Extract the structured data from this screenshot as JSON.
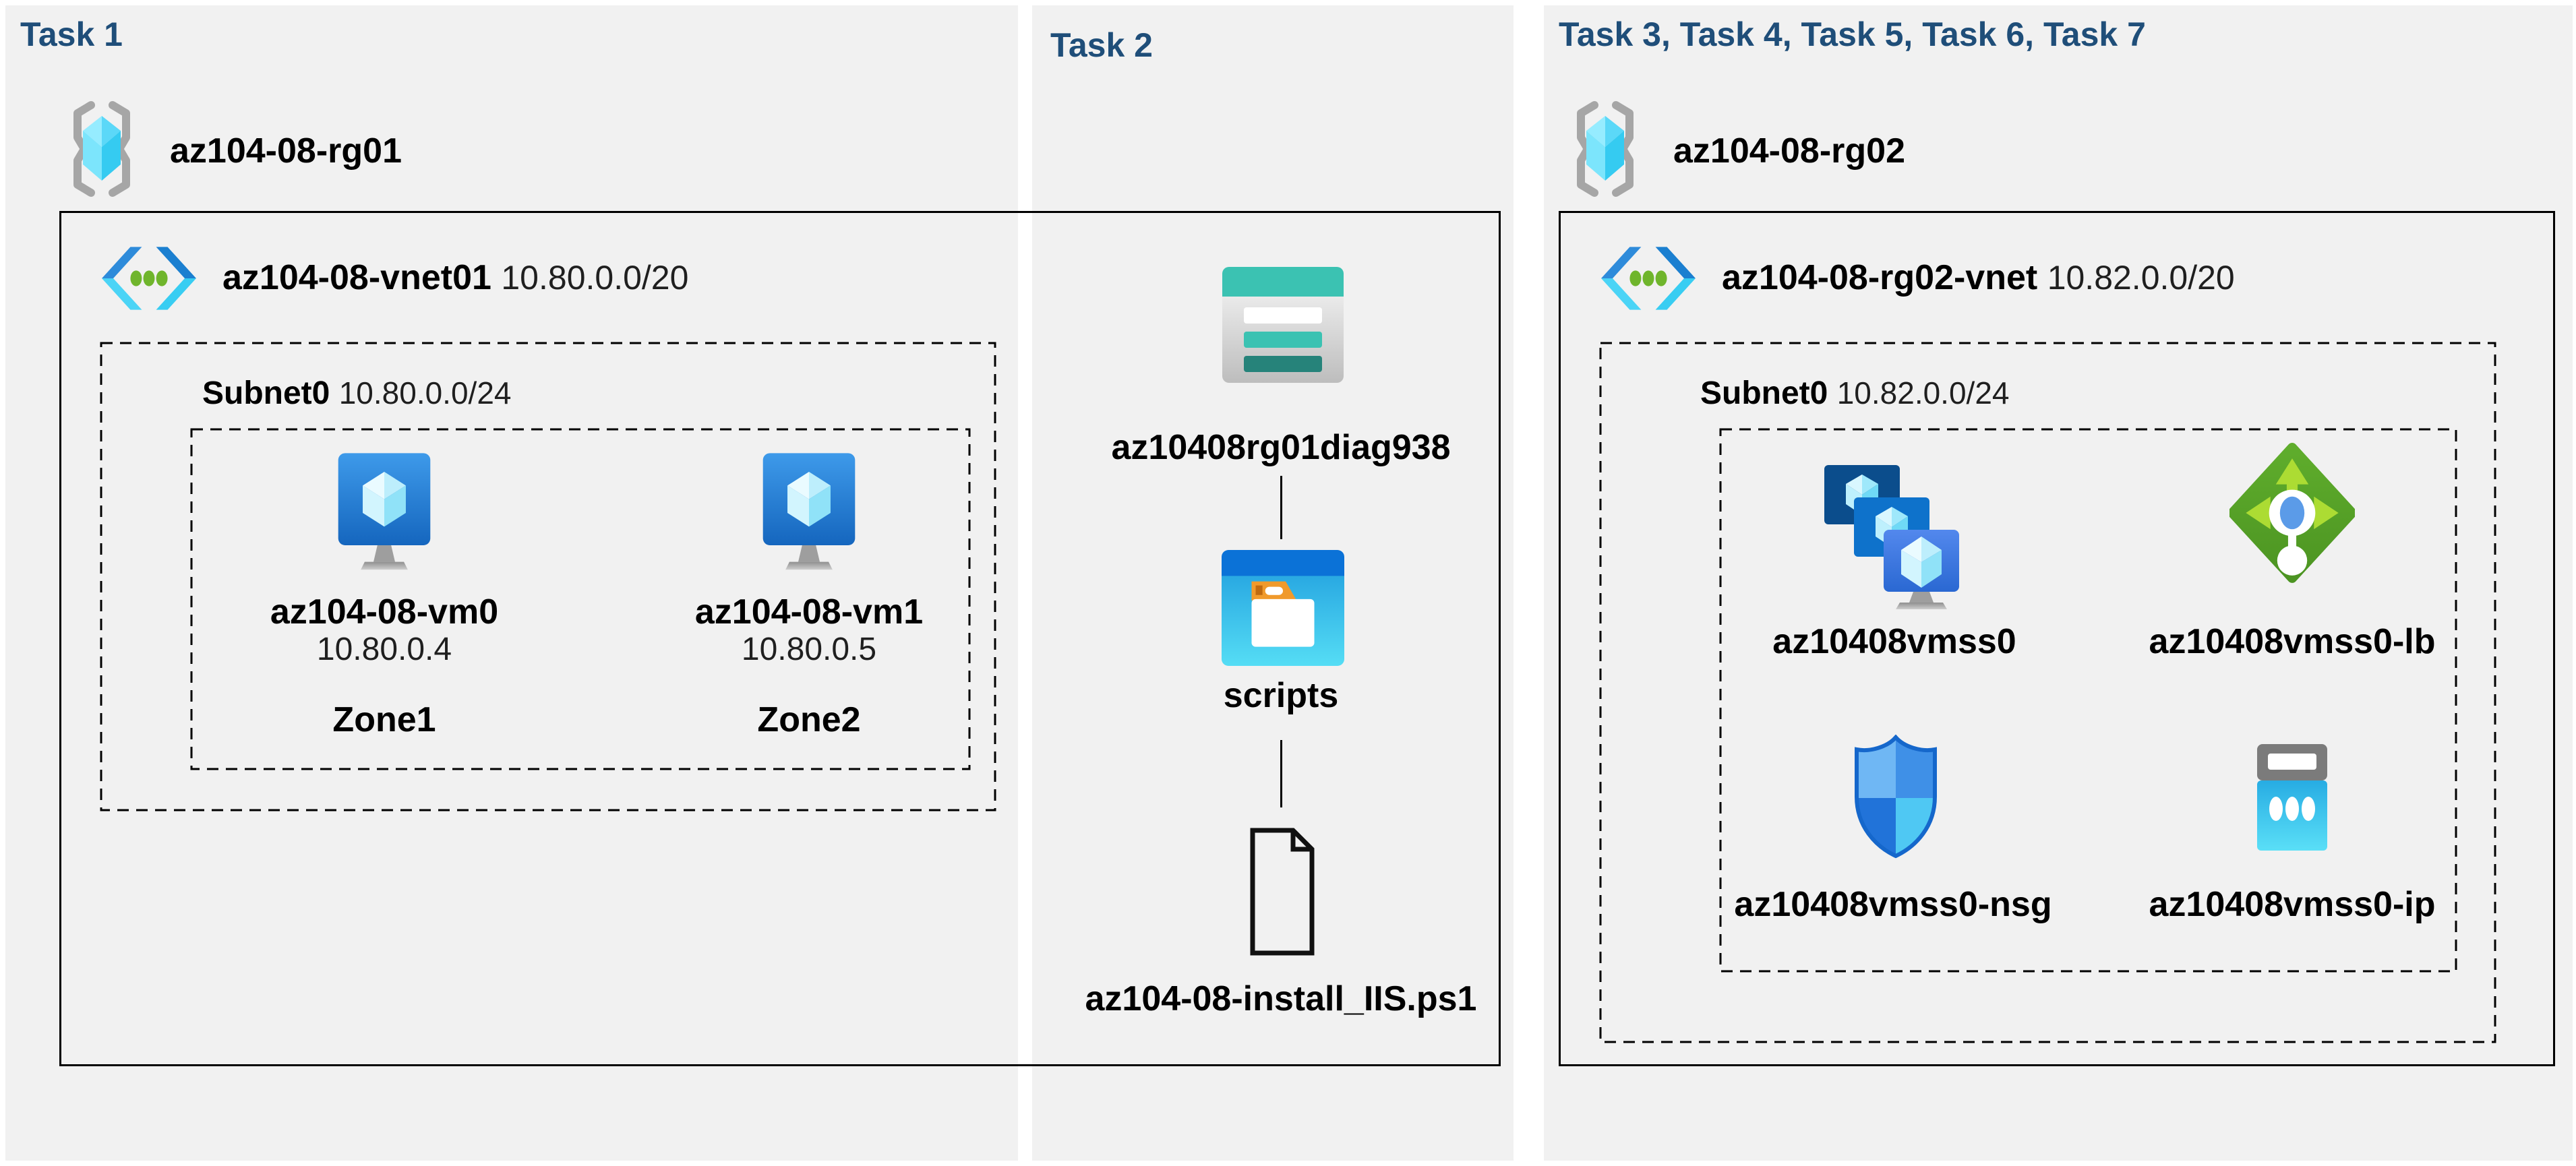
{
  "colors": {
    "title": "#1F4E79",
    "panel_bg": "#F1F1F1",
    "border": "#000000",
    "vnet_blue": "#2E8BDA",
    "vnet_cyan": "#4BD4F6",
    "vnet_green": "#6FB52C",
    "vm_blue": "#1566BE",
    "storage_teal": "#3BC2B2",
    "storage_dark_teal": "#26837A",
    "folder_orange": "#F09A2B",
    "lb_green": "#5FAD2C",
    "lb_arrow_green": "#ACDC33",
    "nsg_blue": "#3F90E7",
    "ip_cyan": "#27ACE3",
    "rg_cube_cyan": "#5BD8F8",
    "rg_bracket_gray": "#A6A6A6"
  },
  "panel1": {
    "title": "Task 1",
    "resource_group": "az104-08-rg01",
    "vnet": {
      "name": "az104-08-vnet01",
      "cidr": "10.80.0.0/20"
    },
    "subnet": {
      "name": "Subnet0",
      "cidr": "10.80.0.0/24"
    },
    "vms": [
      {
        "name": "az104-08-vm0",
        "ip": "10.80.0.4",
        "zone": "Zone1"
      },
      {
        "name": "az104-08-vm1",
        "ip": "10.80.0.5",
        "zone": "Zone2"
      }
    ]
  },
  "panel2": {
    "title": "Task 2",
    "storage_account": "az10408rg01diag938",
    "container": "scripts",
    "script_file": "az104-08-install_IIS.ps1"
  },
  "panel3": {
    "title": "Task 3, Task 4, Task 5, Task 6, Task 7",
    "resource_group": "az104-08-rg02",
    "vnet": {
      "name": "az104-08-rg02-vnet",
      "cidr": "10.82.0.0/20"
    },
    "subnet": {
      "name": "Subnet0",
      "cidr": "10.82.0.0/24"
    },
    "resources": {
      "vmss": "az10408vmss0",
      "load_balancer": "az10408vmss0-lb",
      "nsg": "az10408vmss0-nsg",
      "public_ip": "az10408vmss0-ip"
    }
  }
}
